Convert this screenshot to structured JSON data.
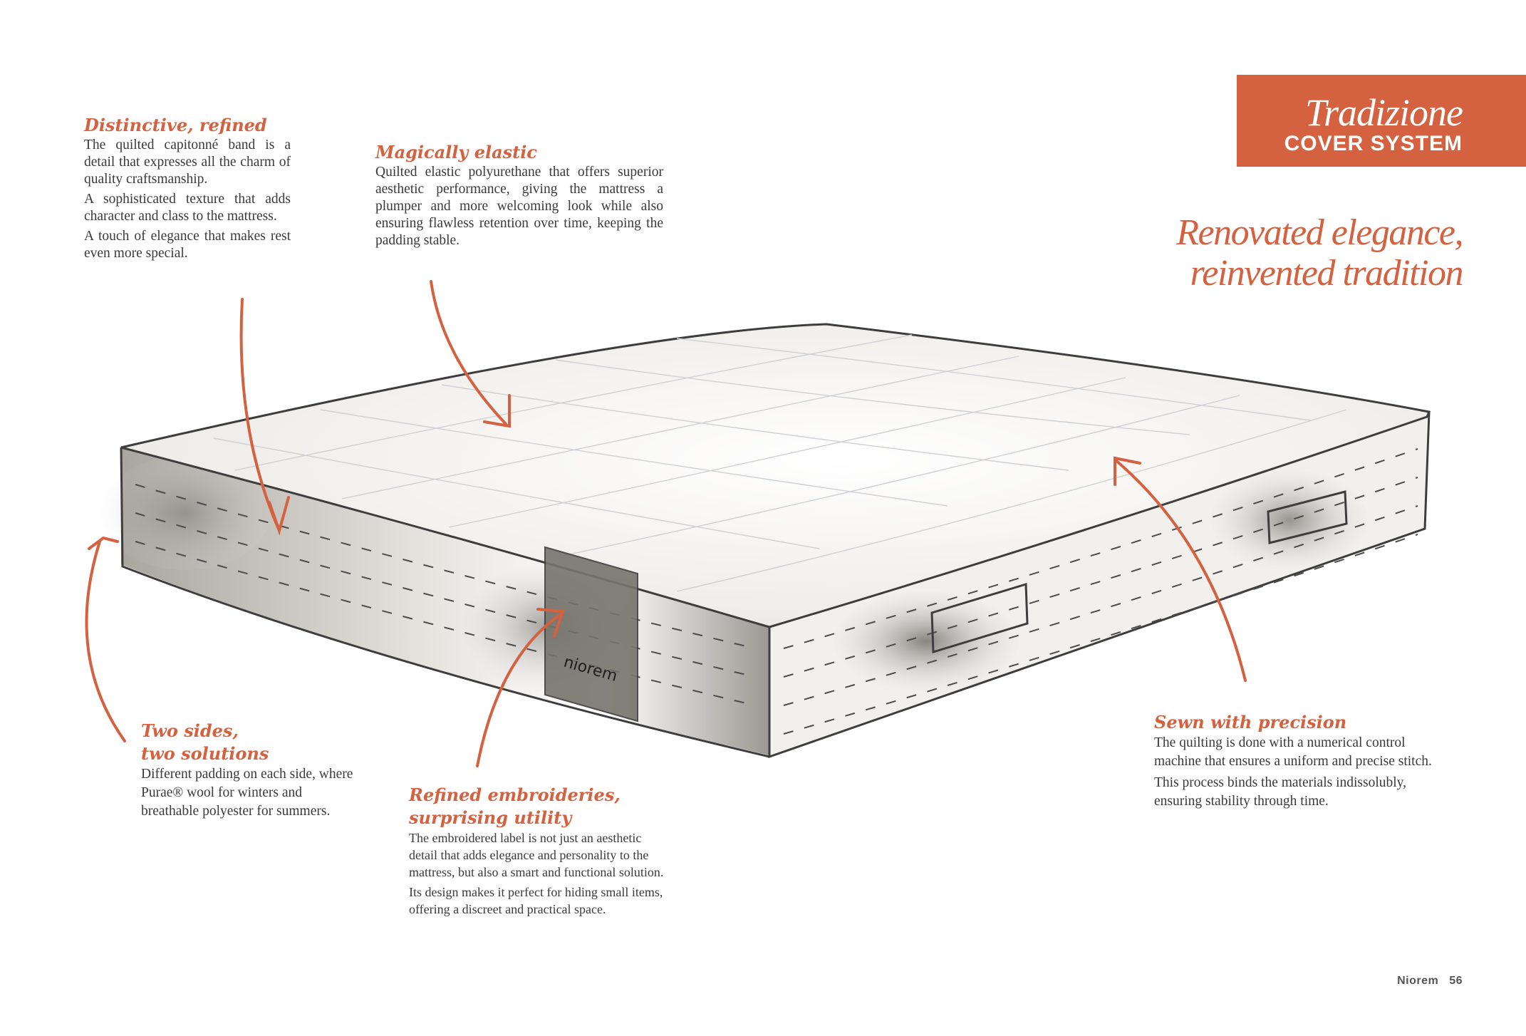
{
  "header": {
    "badge_title": "Tradizione",
    "badge_subtitle": "COVER SYSTEM",
    "tagline_line1": "Renovated elegance,",
    "tagline_line2": "reinvented tradition"
  },
  "callouts": {
    "distinctive": {
      "title": "Distinctive, refined",
      "p1": "The quilted capitonné band is a detail that expresses all the charm of quality craftsmanship.",
      "p2": "A sophisticated texture that adds character and class to the mattress.",
      "p3": "A touch of elegance that makes rest even more special."
    },
    "elastic": {
      "title": "Magically elastic",
      "p1": "Quilted elastic polyurethane that offers superior aesthetic performance, giving the mattress a plumper and more welcoming look while also ensuring flawless retention over time, keeping the padding stable."
    },
    "two_sides": {
      "title_line1": "Two sides,",
      "title_line2": "two solutions",
      "p1": "Different padding on each side, where Purae® wool for winters and breathable polyester for summers."
    },
    "embroideries": {
      "title_line1": "Refined embroideries,",
      "title_line2": "surprising utility",
      "p1": "The embroidered label is not just an aesthetic detail that adds elegance and personality to the mattress, but also a smart and functional solution.",
      "p2": "Its design makes it perfect for hiding small items, offering a discreet and practical space."
    },
    "sewn": {
      "title": "Sewn with precision",
      "p1": "The quilting is done with a numerical control machine that ensures a uniform and precise stitch.",
      "p2": "This process binds the materials indissolubly, ensuring stability through time."
    }
  },
  "label_text": "niorem",
  "footer": {
    "brand": "Niorem",
    "page": "56"
  },
  "colors": {
    "accent": "#d4613f",
    "text": "#3a3a3a",
    "badge_text": "#ffffff"
  }
}
